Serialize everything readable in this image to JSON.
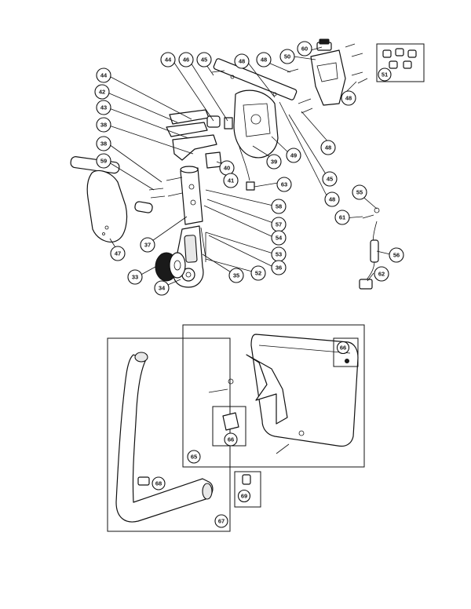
{
  "callouts": {
    "c60": "60",
    "c50": "50",
    "c48a": "48",
    "c48b": "48",
    "c45a": "45",
    "c46": "46",
    "c44a": "44",
    "c44b": "44",
    "c42": "42",
    "c43": "43",
    "c38a": "38",
    "c38b": "38",
    "c59": "59",
    "c51": "51",
    "c48c": "48",
    "c48d": "48",
    "c39": "39",
    "c49": "49",
    "c40": "40",
    "c41": "41",
    "c63": "63",
    "c45b": "45",
    "c48e": "48",
    "c55": "55",
    "c61": "61",
    "c58": "58",
    "c57": "57",
    "c54": "54",
    "c53": "53",
    "c36": "36",
    "c52": "52",
    "c35": "35",
    "c37": "37",
    "c47": "47",
    "c33": "33",
    "c34": "34",
    "c56": "56",
    "c62": "62",
    "c66a": "66",
    "c66b": "66",
    "c65": "65",
    "c68": "68",
    "c67": "67",
    "c69": "69"
  }
}
